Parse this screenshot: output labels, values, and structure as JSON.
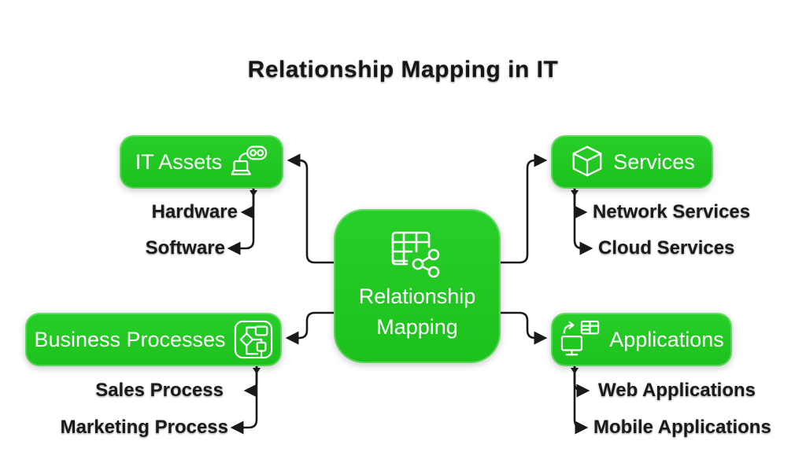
{
  "title": "Relationship Mapping in IT",
  "colors": {
    "node_green": "#1fc71f",
    "node_text": "#ffffff",
    "label_text": "#1a1a1a",
    "connector": "#1a1a1a",
    "background": "#ffffff"
  },
  "center": {
    "label_line1": "Relationship",
    "label_line2": "Mapping",
    "icon": "table-network-icon"
  },
  "branches": [
    {
      "id": "it-assets",
      "label": "IT Assets",
      "icon": "laptop-vr-headset-icon",
      "icon_side": "right",
      "children": [
        "Hardware",
        "Software"
      ]
    },
    {
      "id": "services",
      "label": "Services",
      "icon": "cube-3d-icon",
      "icon_side": "left",
      "children": [
        "Network Services",
        "Cloud Services"
      ]
    },
    {
      "id": "business-processes",
      "label": "Business Processes",
      "icon": "workflow-flowchart-icon",
      "icon_side": "right",
      "children": [
        "Sales Process",
        "Marketing Process"
      ]
    },
    {
      "id": "applications",
      "label": "Applications",
      "icon": "monitor-sync-grid-icon",
      "icon_side": "left",
      "children": [
        "Web Applications",
        "Mobile Applications"
      ]
    }
  ]
}
